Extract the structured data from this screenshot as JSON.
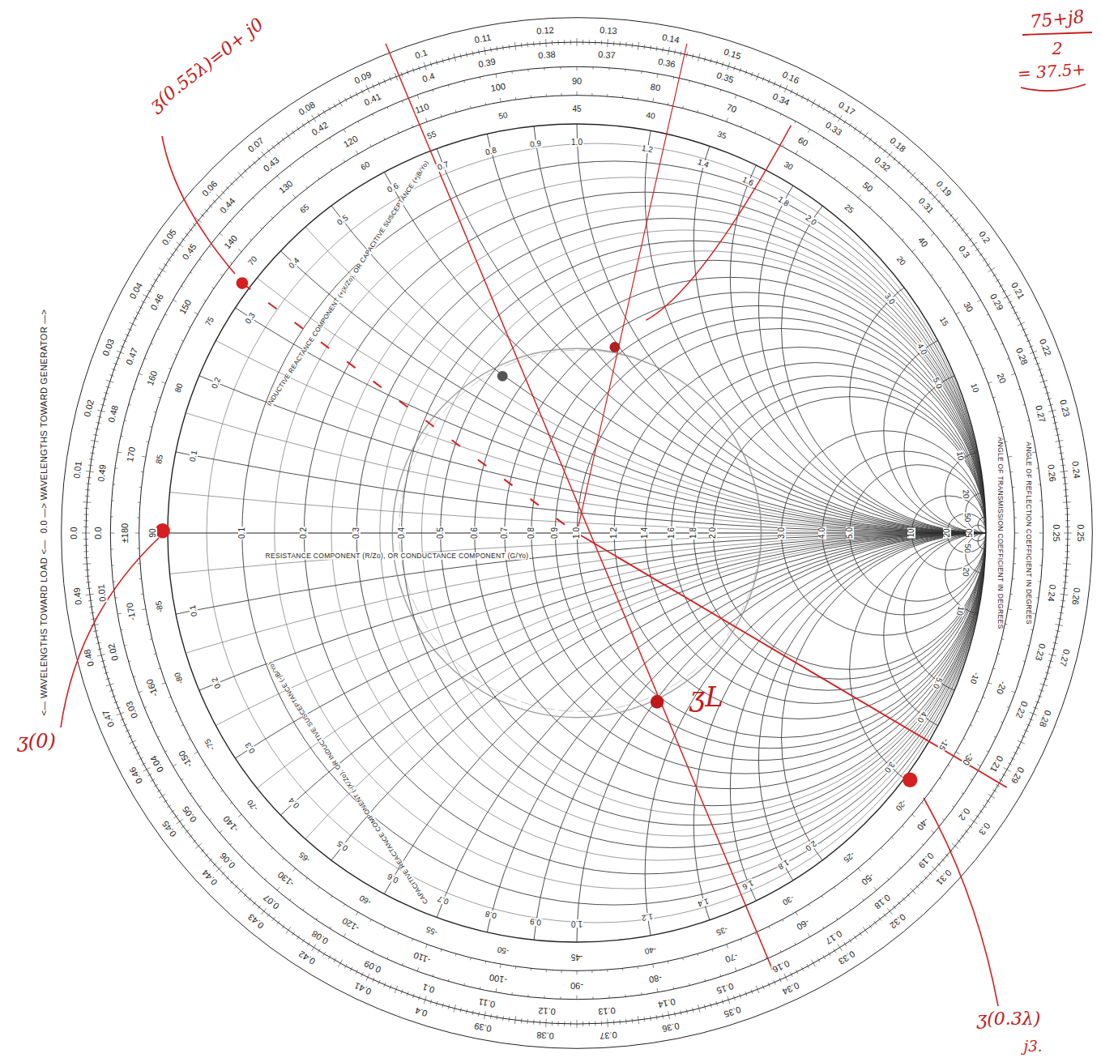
{
  "diagram": {
    "labels": [
      "0.0 —> WAVELENGTHS TOWARD GENERATOR —>",
      "<— WAVELENGTHS TOWARD LOAD <—",
      "INDUCTIVE REACTANCE COMPONENT (+jX/Zo), OR CAPACITIVE SUSCEPTANCE (+jB/Yo)",
      "RESISTANCE COMPONENT (R/Zo), OR CONDUCTANCE COMPONENT (G/Yo)",
      "CAPACITIVE REACTANCE COMPONENT (-jX/Zo), OR INDUCTIVE SUSCEPTANCE (-jB/Yo)",
      "ANGLE OF REFLECTION COEFFICIENT IN DEGREES",
      "ANGLE OF TRANSMISSION COEFFICIENT IN DEGREES",
      "0.1",
      "0.2",
      "0.3",
      "0.4",
      "0.5",
      "0.6",
      "0.7",
      "0.8",
      "0.9",
      "1.0",
      "1.2",
      "1.4",
      "1.6",
      "1.8",
      "2.0",
      "3.0",
      "4.0",
      "5.0",
      "10",
      "20",
      "50",
      "0.1",
      "0.2",
      "0.3",
      "0.4",
      "0.5",
      "0.6",
      "0.7",
      "0.8",
      "0.9",
      "1.0",
      "1.2",
      "1.4",
      "1.6",
      "1.8",
      "2.0",
      "3.0",
      "4.0",
      "5.0",
      "10",
      "20",
      "50",
      "0.1",
      "0.2",
      "0.3",
      "0.4",
      "0.5",
      "0.6",
      "0.7",
      "0.8",
      "0.9",
      "1.0",
      "1.2",
      "1.4",
      "1.6",
      "1.8",
      "2.0",
      "3.0",
      "4.0",
      "5.0",
      "10",
      "20",
      "50",
      "±180",
      "170",
      "160",
      "150",
      "140",
      "130",
      "120",
      "110",
      "100",
      "90",
      "80",
      "70",
      "60",
      "50",
      "40",
      "30",
      "20",
      "-20",
      "-30",
      "-40",
      "-50",
      "-60",
      "-70",
      "-80",
      "-90",
      "-100",
      "-110",
      "-120",
      "-130",
      "-140",
      "-150",
      "-160",
      "-170",
      "90",
      "85",
      "80",
      "75",
      "70",
      "65",
      "60",
      "55",
      "50",
      "45",
      "40",
      "35",
      "30",
      "25",
      "20",
      "15",
      "10",
      "-10",
      "-15",
      "-20",
      "-25",
      "-30",
      "-35",
      "-40",
      "-45",
      "-50",
      "-55",
      "-60",
      "-65",
      "-70",
      "-75",
      "-80",
      "-85",
      "0.0",
      "0.01",
      "0.02",
      "0.03",
      "0.04",
      "0.05",
      "0.06",
      "0.07",
      "0.08",
      "0.09",
      "0.1",
      "0.11",
      "0.12",
      "0.13",
      "0.14",
      "0.15",
      "0.16",
      "0.17",
      "0.18",
      "0.19",
      "0.2",
      "0.21",
      "0.22",
      "0.23",
      "0.24",
      "0.25",
      "0.26",
      "0.27",
      "0.28",
      "0.29",
      "0.3",
      "0.31",
      "0.32",
      "0.33",
      "0.34",
      "0.35",
      "0.36",
      "0.37",
      "0.38",
      "0.39",
      "0.4",
      "0.41",
      "0.42",
      "0.43",
      "0.44",
      "0.45",
      "0.46",
      "0.47",
      "0.48",
      "0.49",
      "0.0",
      "0.01",
      "0.02",
      "0.03",
      "0.04",
      "0.05",
      "0.06",
      "0.07",
      "0.08",
      "0.09",
      "0.1",
      "0.11",
      "0.12",
      "0.13",
      "0.14",
      "0.15",
      "0.16",
      "0.17",
      "0.18",
      "0.19",
      "0.2",
      "0.21",
      "0.22",
      "0.23",
      "0.24",
      "0.25",
      "0.26",
      "0.27",
      "0.28",
      "0.29",
      "0.3",
      "0.31",
      "0.32",
      "0.33",
      "0.34",
      "0.35",
      "0.36",
      "0.37",
      "0.38",
      "0.39",
      "0.4",
      "0.41",
      "0.42",
      "0.43",
      "0.44",
      "0.45",
      "0.46",
      "0.47",
      "0.48",
      "0.49",
      "ʒ(0.55λ)=0+ j0",
      "ʒ(0)",
      "ʒL",
      "ʒ(0.3λ)",
      "j3.",
      "75+j8",
      "2",
      "= 37.5+"
    ]
  }
}
